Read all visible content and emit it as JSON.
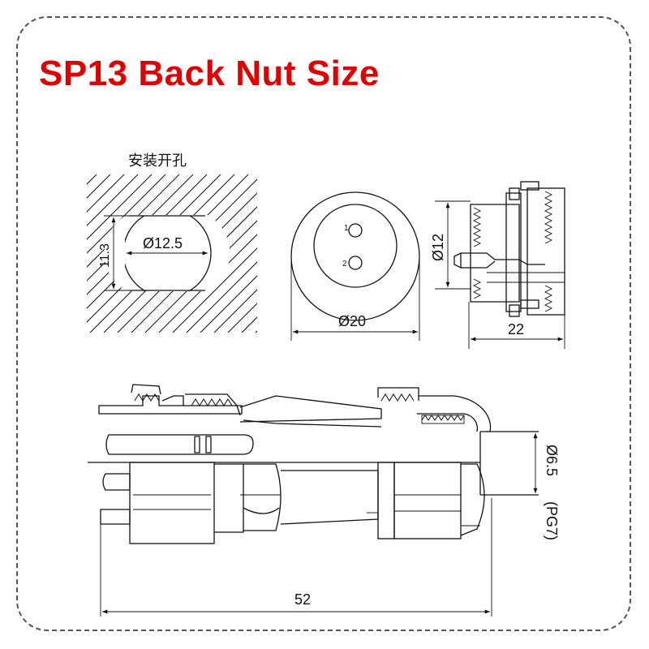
{
  "title": "SP13 Back Nut Size",
  "colors": {
    "title": "#e00000",
    "line": "#111111",
    "frame": "#555555"
  },
  "mounting_hole": {
    "label": "安装开孔",
    "diameter_label": "Ø12.5",
    "flat_label": "11.3"
  },
  "front_view": {
    "pin_labels": [
      "1",
      "2"
    ],
    "diameter_label": "Ø20"
  },
  "side_view": {
    "diameter_label": "Ø12",
    "length_label": "22"
  },
  "assembly": {
    "cable_label": "Ø6.5",
    "thread_label": "(PG7)",
    "length_label": "52"
  }
}
